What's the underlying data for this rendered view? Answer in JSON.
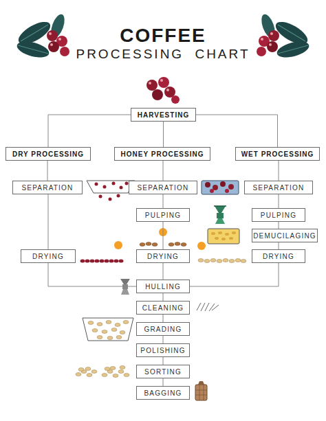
{
  "diagram": {
    "title": "COFFEE PROCESSING CHART",
    "nodes": [
      {
        "text": [
          "HARVESTING"
        ]
      },
      {
        "text": [
          "DRY PROCESSING"
        ]
      },
      {
        "text": [
          "HONEY PROCESSING"
        ]
      },
      {
        "text": [
          "WET PROCESSING"
        ]
      },
      {
        "text": [
          "SEPARATION"
        ]
      },
      {
        "text": [
          "SEPARATION"
        ]
      },
      {
        "text": [
          "SEPARATION"
        ]
      },
      {
        "text": [
          "PULPING"
        ]
      },
      {
        "text": [
          "PULPING"
        ]
      },
      {
        "text": [
          "DEMUCILAGING"
        ]
      },
      {
        "text": [
          "DRYING"
        ]
      },
      {
        "text": [
          "DRYING"
        ]
      },
      {
        "text": [
          "DRYING"
        ]
      },
      {
        "text": [
          "HULLING"
        ]
      },
      {
        "text": [
          "CLEANING"
        ]
      },
      {
        "text": [
          "GRADING"
        ]
      },
      {
        "text": [
          "POLISHING"
        ]
      },
      {
        "text": [
          "SORTING"
        ]
      },
      {
        "text": [
          "BAGGING"
        ]
      }
    ],
    "edges": [
      {
        "from": 0,
        "to": 1,
        "arrow": "none"
      },
      {
        "from": 0,
        "to": 2,
        "arrow": "none"
      },
      {
        "from": 0,
        "to": 3,
        "arrow": "none"
      },
      {
        "from": 1,
        "to": 4,
        "arrow": "none"
      },
      {
        "from": 2,
        "to": 5,
        "arrow": "none"
      },
      {
        "from": 3,
        "to": 6,
        "arrow": "none"
      },
      {
        "from": 4,
        "to": 10,
        "arrow": "none"
      },
      {
        "from": 5,
        "to": 7,
        "arrow": "none"
      },
      {
        "from": 7,
        "to": 11,
        "arrow": "none"
      },
      {
        "from": 11,
        "to": 13,
        "arrow": "none"
      },
      {
        "from": 6,
        "to": 8,
        "arrow": "none"
      },
      {
        "from": 8,
        "to": 9,
        "arrow": "none"
      },
      {
        "from": 9,
        "to": 12,
        "arrow": "none"
      },
      {
        "from": 10,
        "to": 13,
        "arrow": "none"
      },
      {
        "from": 12,
        "to": 13,
        "arrow": "none"
      },
      {
        "from": 13,
        "to": 14,
        "arrow": "none"
      },
      {
        "from": 14,
        "to": 15,
        "arrow": "none"
      },
      {
        "from": 15,
        "to": 16,
        "arrow": "none"
      },
      {
        "from": 16,
        "to": 17,
        "arrow": "none"
      },
      {
        "from": 17,
        "to": 18,
        "arrow": "none"
      }
    ]
  }
}
